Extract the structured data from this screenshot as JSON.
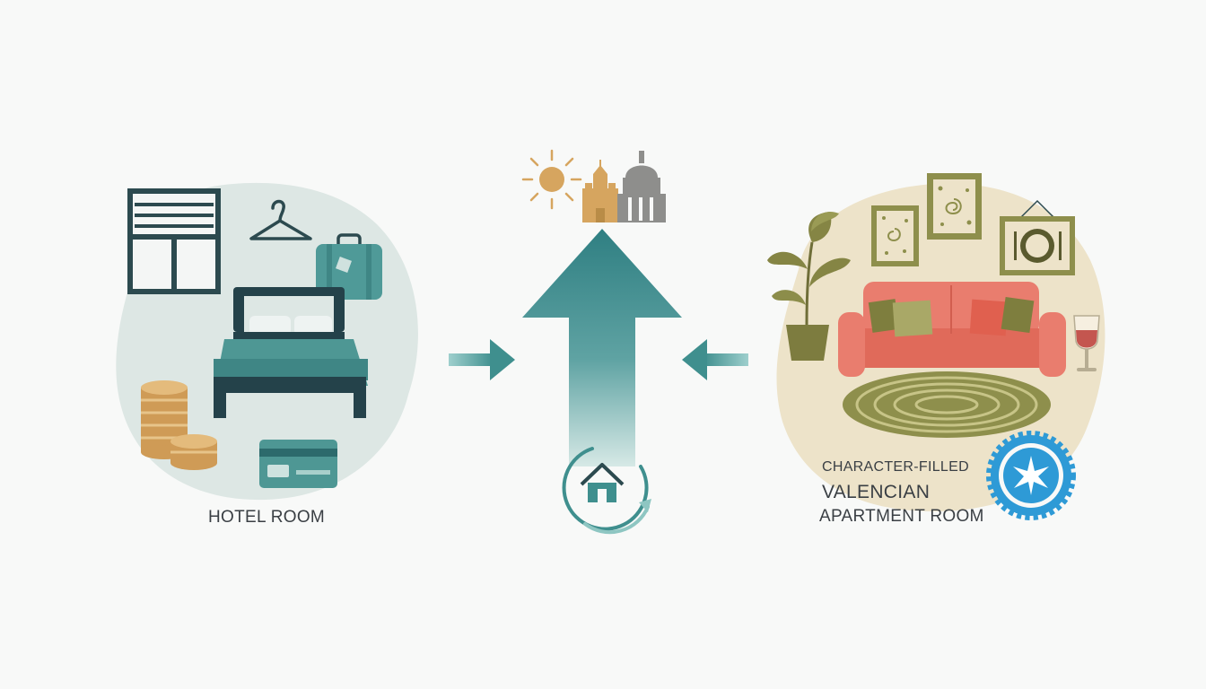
{
  "labels": {
    "hotel": "HOTEL ROOM",
    "apartment_line1": "CHARACTER-FILLED",
    "apartment_line2": "VALENCIAN",
    "apartment_line3": "APARTMENT ROOM"
  },
  "colors": {
    "background": "#f8f9f8",
    "teal": "#3d8c8c",
    "dark_slate": "#2c4a4f",
    "hotel_blob": "#dde7e4",
    "apartment_blob": "#ede3c9",
    "coral": "#e06a5a",
    "olive": "#8e8f4c",
    "gold": "#d2a25a",
    "badge_blue": "#2e9ad6",
    "label_text": "#3a3f44"
  },
  "icons": [
    "window-icon",
    "hanger-icon",
    "suitcase-icon",
    "bed-icon",
    "coins-icon",
    "credit-card-icon",
    "sun-icon",
    "church-icon",
    "dome-building-icon",
    "up-arrow-icon",
    "right-arrow-icon",
    "left-arrow-icon",
    "home-refresh-icon",
    "plant-icon",
    "picture-frame-icon",
    "plate-frame-icon",
    "sofa-icon",
    "rug-icon",
    "wine-glass-icon",
    "badge-icon"
  ]
}
